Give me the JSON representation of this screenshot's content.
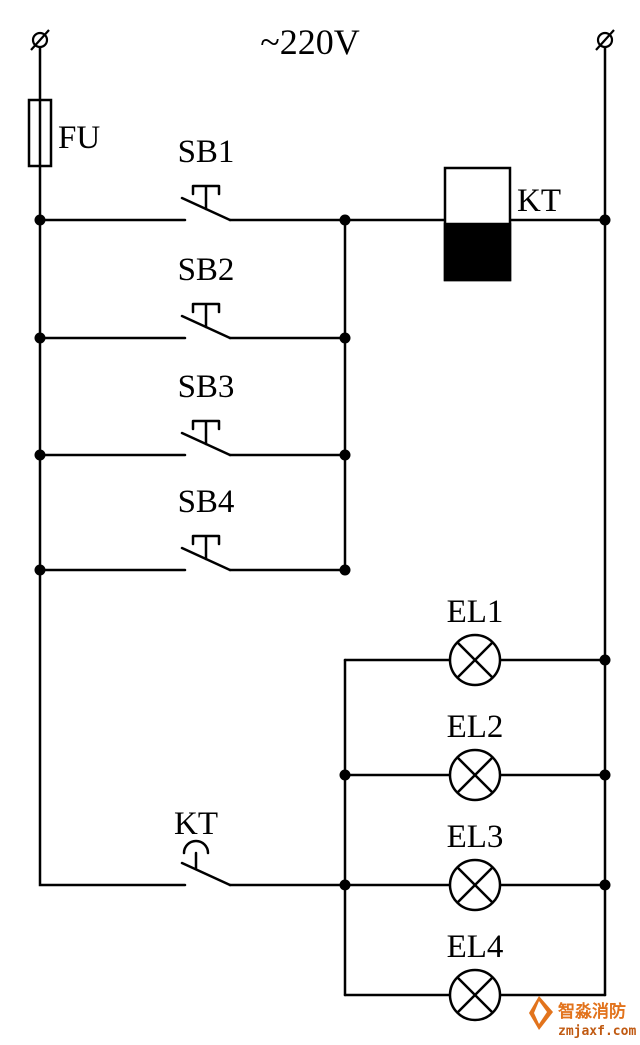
{
  "title": "~220V",
  "components": {
    "fuse": "FU",
    "pushbuttons": [
      "SB1",
      "SB2",
      "SB3",
      "SB4"
    ],
    "timer_coil": "KT",
    "timer_contact": "KT",
    "lamps": [
      "EL1",
      "EL2",
      "EL3",
      "EL4"
    ]
  },
  "watermark": {
    "brand": "智淼消防",
    "site": "zmjaxf.com"
  },
  "colors": {
    "wire": "#000000",
    "background": "#ffffff",
    "watermark_orange": "#e2731c",
    "watermark_dark": "#c05a12"
  }
}
